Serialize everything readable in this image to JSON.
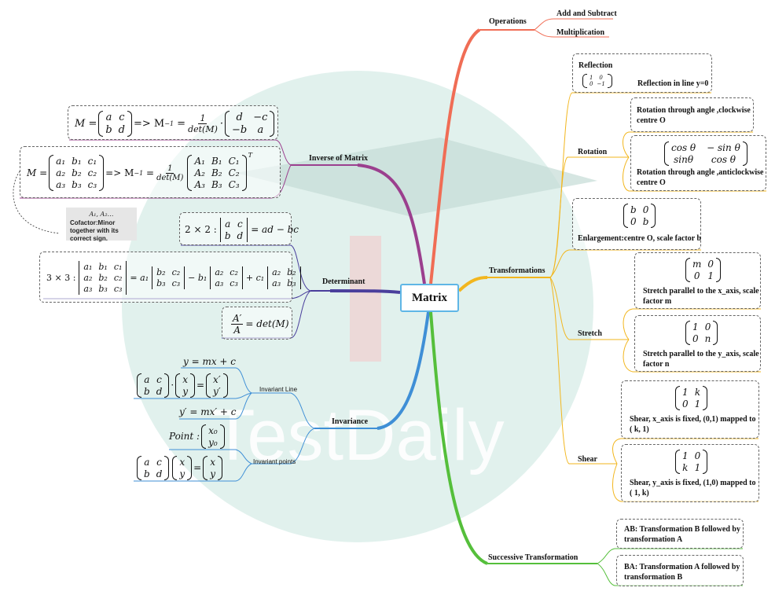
{
  "center": {
    "title": "Matrix"
  },
  "watermark": {
    "text": "TestDaily"
  },
  "branches": {
    "operations": {
      "label": "Operations",
      "children": [
        "Add and Subtract",
        "Multiplication"
      ]
    },
    "inverse": {
      "label": "Inverse of Matrix",
      "formula_2x2": {
        "lhs": "M",
        "matrix": [
          [
            "a",
            "c"
          ],
          [
            "b",
            "d"
          ]
        ],
        "arrow": "=> M",
        "sup": "−1",
        "num": "1",
        "den": "det(M)",
        "adj": [
          [
            "d",
            "−c"
          ],
          [
            "−b",
            "a"
          ]
        ]
      },
      "formula_3x3": {
        "lhs": "M",
        "matrix": [
          [
            "a₁",
            "b₁",
            "c₁"
          ],
          [
            "a₂",
            "b₂",
            "c₂"
          ],
          [
            "a₃",
            "b₃",
            "c₃"
          ]
        ],
        "arrow": "=> M",
        "sup": "−1",
        "num": "1",
        "den": "det(M)",
        "cof": [
          [
            "A₁",
            "B₁",
            "C₁"
          ],
          [
            "A₂",
            "B₂",
            "C₂"
          ],
          [
            "A₃",
            "B₃",
            "C₃"
          ]
        ],
        "sup2": "T"
      },
      "note": {
        "line1": "A₁, A₂…",
        "line2": "Cofactor:Minor together with its correct sign."
      }
    },
    "determinant": {
      "label": "Determinant",
      "det_2x2": {
        "prefix": "2 × 2 :",
        "matrix": [
          [
            "a",
            "c"
          ],
          [
            "b",
            "d"
          ]
        ],
        "result": "= ad − bc"
      },
      "det_3x3": {
        "prefix": "3 × 3 :",
        "matrix": [
          [
            "a₁",
            "b₁",
            "c₁"
          ],
          [
            "a₂",
            "b₂",
            "c₂"
          ],
          [
            "a₃",
            "b₃",
            "c₃"
          ]
        ],
        "eq": "= a₁",
        "m1": [
          [
            "b₂",
            "c₂"
          ],
          [
            "b₃",
            "c₃"
          ]
        ],
        "t2": "− b₁",
        "m2": [
          [
            "a₂",
            "c₂"
          ],
          [
            "a₃",
            "c₃"
          ]
        ],
        "t3": "+ c₁",
        "m3": [
          [
            "a₂",
            "b₂"
          ],
          [
            "a₃",
            "b₃"
          ]
        ]
      },
      "area": {
        "num": "A′",
        "den": "A",
        "rhs": "= det(M)"
      }
    },
    "invariance": {
      "label": "Invariance",
      "invariant_line": {
        "label": "Invariant Line",
        "eq1": "y = mx + c",
        "eq2": {
          "m": [
            [
              "a",
              "c"
            ],
            [
              "b",
              "d"
            ]
          ],
          "dot": "·",
          "v": [
            [
              "x"
            ],
            [
              "y"
            ]
          ],
          "eq": "=",
          "r": [
            [
              "x′"
            ],
            [
              "y′"
            ]
          ]
        },
        "eq3": "y′ = mx′ + c"
      },
      "invariant_points": {
        "label": "Invariant points",
        "point": {
          "prefix": "Point :",
          "v": [
            [
              "x₀"
            ],
            [
              "y₀"
            ]
          ]
        },
        "eq": {
          "m": [
            [
              "a",
              "c"
            ],
            [
              "b",
              "d"
            ]
          ],
          "v": [
            [
              "x"
            ],
            [
              "y"
            ]
          ],
          "eq": "=",
          "r": [
            [
              "x"
            ],
            [
              "y"
            ]
          ]
        }
      }
    },
    "transformations": {
      "label": "Transformations",
      "reflection": {
        "label": "Reflection",
        "matrix": [
          [
            "1",
            "0"
          ],
          [
            "0",
            "−1"
          ]
        ],
        "desc": "Reflection in line y=0"
      },
      "rotation": {
        "label": "Rotation",
        "cw": {
          "desc": "Rotation through angle ,clockwise centre O"
        },
        "acw": {
          "matrix": [
            [
              "cos θ",
              "− sin θ"
            ],
            [
              "sinθ",
              "cos θ"
            ]
          ],
          "desc": "Rotation through angle ,anticlockwise centre O"
        }
      },
      "enlargement": {
        "matrix": [
          [
            "b",
            "0"
          ],
          [
            "0",
            "b"
          ]
        ],
        "desc": "Enlargement:centre O, scale factor b"
      },
      "stretch": {
        "label": "Stretch",
        "x": {
          "matrix": [
            [
              "m",
              "0"
            ],
            [
              "0",
              "1"
            ]
          ],
          "desc": "Stretch parallel to the x_axis, scale factor m"
        },
        "y": {
          "matrix": [
            [
              "1",
              "0"
            ],
            [
              "0",
              "n"
            ]
          ],
          "desc": "Stretch parallel to the y_axis, scale factor n"
        }
      },
      "shear": {
        "label": "Shear",
        "x": {
          "matrix": [
            [
              "1",
              "k"
            ],
            [
              "0",
              "1"
            ]
          ],
          "desc": "Shear, x_axis is fixed, (0,1) mapped to ( k, 1)"
        },
        "y": {
          "matrix": [
            [
              "1",
              "0"
            ],
            [
              "k",
              "1"
            ]
          ],
          "desc": "Shear, y_axis is fixed, (1,0) mapped to ( 1, k)"
        }
      }
    },
    "successive": {
      "label": "Successive Transformation",
      "ab": "AB: Transformation B followed by transformation A",
      "ba": "BA: Transformation A followed by transformation B"
    }
  },
  "colors": {
    "operations": "#f06d55",
    "inverse": "#9b3f8e",
    "determinant": "#4a3f9c",
    "invariance": "#3f8fd6",
    "transformations": "#f2b61e",
    "successive": "#55bf3b",
    "watermark_disc": "#dceee9",
    "center_border": "#5fb6e6"
  }
}
